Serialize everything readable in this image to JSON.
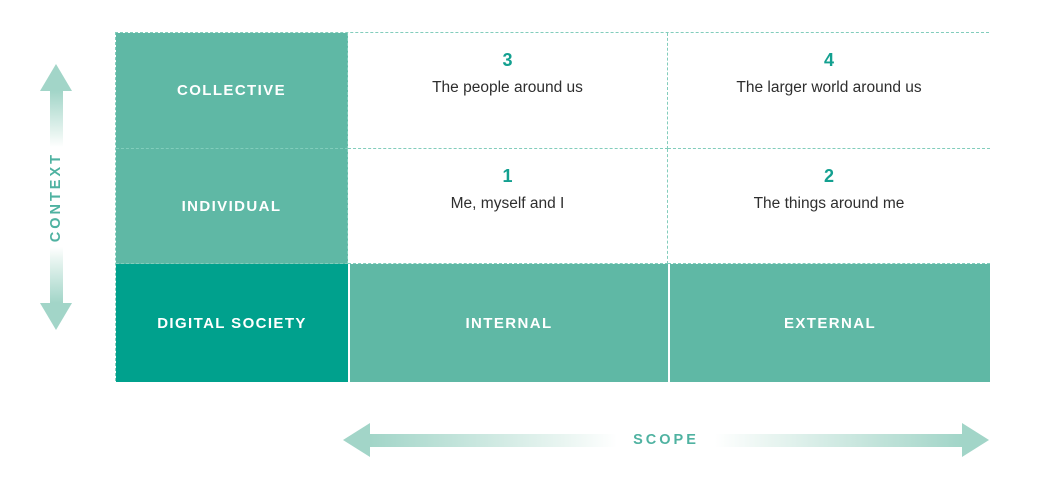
{
  "diagram": {
    "vertical_axis_label": "CONTEXT",
    "horizontal_axis_label": "SCOPE",
    "row_headers": [
      "COLLECTIVE",
      "INDIVIDUAL"
    ],
    "corner_label": "DIGITAL SOCIETY",
    "column_headers": [
      "INTERNAL",
      "EXTERNAL"
    ],
    "quadrants": [
      {
        "number": "1",
        "label": "Me, myself and I"
      },
      {
        "number": "2",
        "label": "The things around me"
      },
      {
        "number": "3",
        "label": "The people around us"
      },
      {
        "number": "4",
        "label": "The larger world around us"
      }
    ],
    "colors": {
      "teal_medium": "#5fb8a5",
      "teal_dark": "#00a18d",
      "number_accent": "#13a090",
      "axis_text": "#4fb2a1",
      "arrow_fill": "#a2d5c8",
      "dashed_border": "#82cdbc",
      "body_text": "#2e2e2e"
    }
  }
}
